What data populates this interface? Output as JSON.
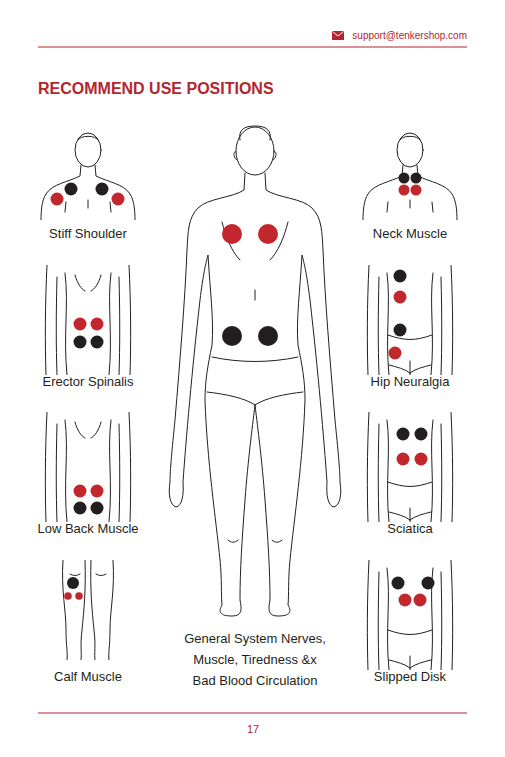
{
  "diagram": {
    "title": "RECOMMEND USE POSITIONS",
    "labels": [
      "support@tenkershop.com",
      "Stiff Shoulder",
      "Neck Muscle",
      "Erector Spinalis",
      "Hip Neuralgia",
      "Low Back Muscle",
      "Sciatica",
      "Calf Muscle",
      "Slipped Disk",
      "General System Nerves, Muscle, Tiredness &x Bad Blood Circulation",
      "17"
    ]
  }
}
